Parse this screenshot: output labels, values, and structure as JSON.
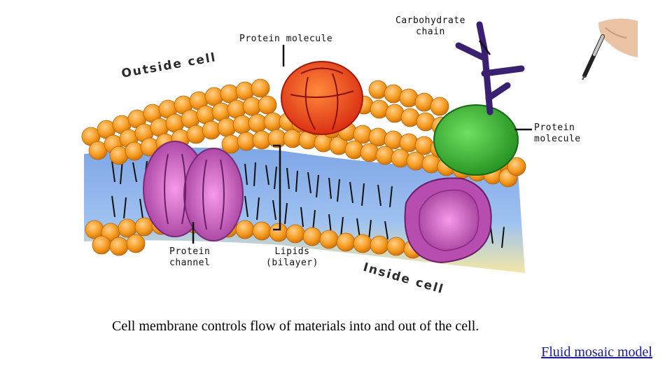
{
  "labels": {
    "outside_cell": "Outside cell",
    "inside_cell": "Inside cell",
    "protein_molecule_top": "Protein molecule",
    "carbohydrate_chain_line1": "Carbohydrate",
    "carbohydrate_chain_line2": "chain",
    "protein_molecule_right_line1": "Protein",
    "protein_molecule_right_line2": "molecule",
    "protein_channel_line1": "Protein",
    "protein_channel_line2": "channel",
    "lipids_line1": "Lipids",
    "lipids_line2": "(bilayer)"
  },
  "caption": "Cell membrane controls flow of materials into and out of the cell.",
  "link": "Fluid mosaic model",
  "colors": {
    "lipid_head": "#f59a1e",
    "protein_top": "#e8401a",
    "protein_right": "#2fb02a",
    "protein_channel": "#c04fb5",
    "carbohydrate": "#4a2a8a",
    "link": "#1a1a9a"
  },
  "icons": [
    "pen-hand-icon"
  ]
}
